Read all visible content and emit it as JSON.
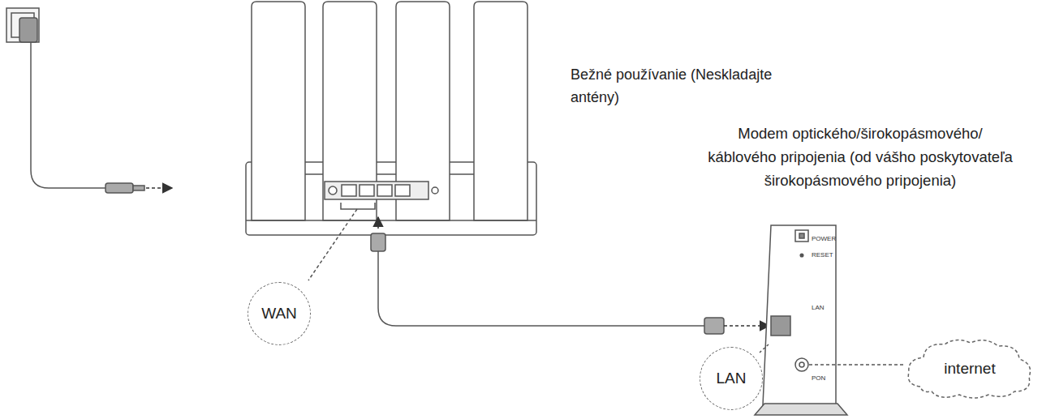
{
  "diagram": {
    "nodes": [
      {
        "text": [
          "WAN"
        ]
      },
      {
        "text": [
          "LAN"
        ]
      },
      {
        "text": [
          "internet"
        ]
      }
    ],
    "labels": [
      "Bežné používanie (Neskladajte antény)",
      "Modem optického/širokopásmového/ káblového pripojenia (od vášho poskytovateľa širokopásmového pripojenia)",
      "POWER",
      "RESET",
      "LAN",
      "PON"
    ]
  }
}
